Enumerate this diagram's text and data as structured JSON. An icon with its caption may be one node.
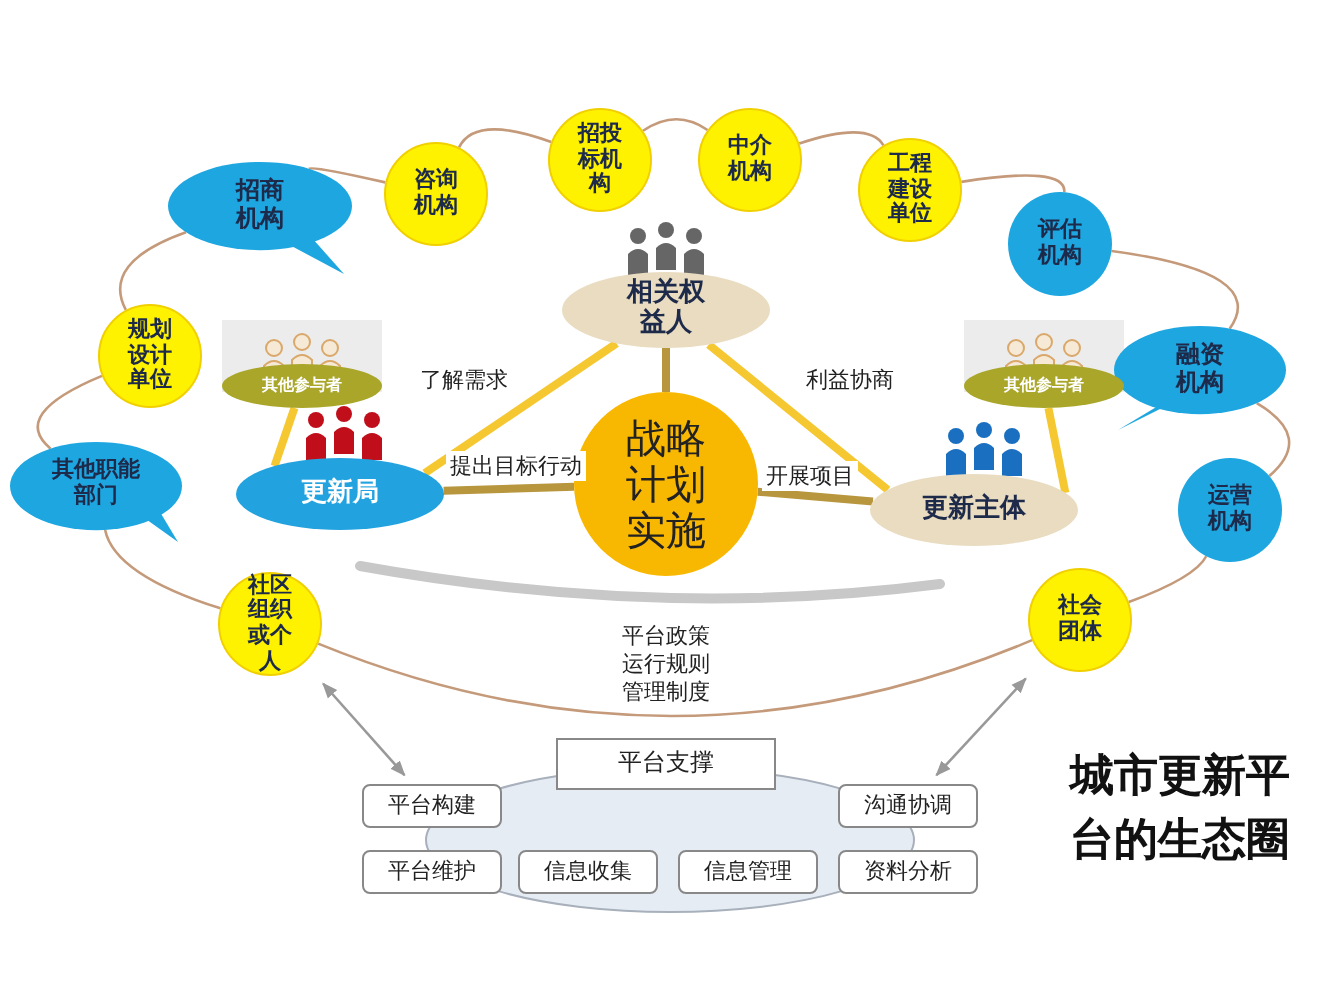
{
  "diagram": {
    "title": "城市更新平台的生态圈",
    "nodes": [
      {
        "text": [
          "招商机构"
        ]
      },
      {
        "text": [
          "咨询机构"
        ]
      },
      {
        "text": [
          "招投标机构"
        ]
      },
      {
        "text": [
          "中介机构"
        ]
      },
      {
        "text": [
          "工程建设单位"
        ]
      },
      {
        "text": [
          "评估机构"
        ]
      },
      {
        "text": [
          "融资机构"
        ]
      },
      {
        "text": [
          "运营机构"
        ]
      },
      {
        "text": [
          "社会团体"
        ]
      },
      {
        "text": [
          "社区组织或个人"
        ]
      },
      {
        "text": [
          "其他职能部门"
        ]
      },
      {
        "text": [
          "规划设计单位"
        ]
      },
      {
        "text": [
          "相关权益人"
        ]
      },
      {
        "text": [
          "战略计划实施"
        ]
      },
      {
        "text": [
          "更新局"
        ]
      },
      {
        "text": [
          "更新主体"
        ]
      },
      {
        "text": [
          "其他参与者"
        ]
      },
      {
        "text": [
          "其他参与者"
        ]
      },
      {
        "text": [
          "平台支撑"
        ]
      },
      {
        "text": [
          "平台构建"
        ]
      },
      {
        "text": [
          "沟通协调"
        ]
      },
      {
        "text": [
          "平台维护"
        ]
      },
      {
        "text": [
          "信息收集"
        ]
      },
      {
        "text": [
          "信息管理"
        ]
      },
      {
        "text": [
          "资料分析"
        ]
      }
    ],
    "edges": [
      {
        "from": 0,
        "to": 1,
        "arrow": "none"
      },
      {
        "from": 1,
        "to": 2,
        "arrow": "none"
      },
      {
        "from": 2,
        "to": 3,
        "arrow": "none"
      },
      {
        "from": 3,
        "to": 4,
        "arrow": "none"
      },
      {
        "from": 4,
        "to": 5,
        "arrow": "none"
      },
      {
        "from": 5,
        "to": 6,
        "arrow": "none"
      },
      {
        "from": 6,
        "to": 7,
        "arrow": "none"
      },
      {
        "from": 7,
        "to": 8,
        "arrow": "none"
      },
      {
        "from": 8,
        "to": 9,
        "arrow": "none"
      },
      {
        "from": 9,
        "to": 10,
        "arrow": "none"
      },
      {
        "from": 10,
        "to": 11,
        "arrow": "none"
      },
      {
        "from": 11,
        "to": 0,
        "arrow": "none"
      },
      {
        "from": 14,
        "to": 12,
        "arrow": "none",
        "label": "了解需求",
        "style": "thick",
        "color": "#f5c832"
      },
      {
        "from": 14,
        "to": 13,
        "arrow": "none",
        "label": "提出目标行动",
        "style": "thick",
        "color": "#b8963e"
      },
      {
        "from": 12,
        "to": 13,
        "arrow": "none",
        "style": "thick",
        "color": "#b8963e"
      },
      {
        "from": 15,
        "to": 13,
        "arrow": "none",
        "label": "开展项目",
        "style": "thick",
        "color": "#b8963e"
      },
      {
        "from": 12,
        "to": 15,
        "arrow": "none",
        "label": "利益协商",
        "style": "thick",
        "color": "#f5c832"
      },
      {
        "from": 16,
        "to": 14,
        "arrow": "none",
        "style": "thick",
        "color": "#f5c832"
      },
      {
        "from": 17,
        "to": 15,
        "arrow": "none",
        "style": "thick",
        "color": "#f5c832"
      },
      {
        "from": 9,
        "to": 19,
        "arrow": "both",
        "color": "#999999"
      },
      {
        "from": 8,
        "to": 20,
        "arrow": "both",
        "color": "#999999"
      }
    ],
    "labels": [
      "平台政策",
      "运行规则",
      "管理制度"
    ]
  }
}
